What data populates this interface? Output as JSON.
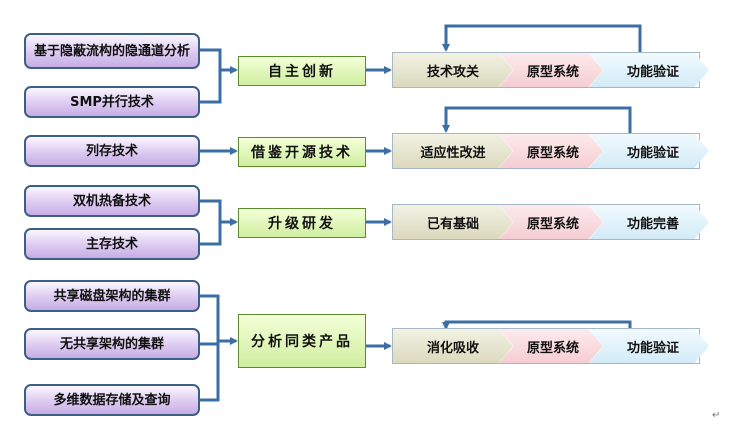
{
  "technologies": [
    "基于隐蔽流构的隐通道分析",
    "SMP并行技术",
    "列存技术",
    "双机热备技术",
    "主存技术",
    "共享磁盘架构的集群",
    "无共享架构的集群",
    "多维数据存储及查询"
  ],
  "methods": [
    "自主创新",
    "借鉴开源技术",
    "升级研发",
    "分析同类产品"
  ],
  "pipelines": [
    [
      "技术攻关",
      "原型系统",
      "功能验证"
    ],
    [
      "适应性改进",
      "原型系统",
      "功能验证"
    ],
    [
      "已有基础",
      "原型系统",
      "功能完善"
    ],
    [
      "消化吸收",
      "原型系统",
      "功能验证"
    ]
  ],
  "colors": {
    "connector": "#3b6ea5",
    "tech_fill": "#d9c6ee",
    "method_fill": "#d8f2ae",
    "stage1_fill": "#e6e3cc",
    "stage2_fill": "#f7d6da",
    "stage3_fill": "#dcf0fa"
  },
  "return_mark": "↵"
}
